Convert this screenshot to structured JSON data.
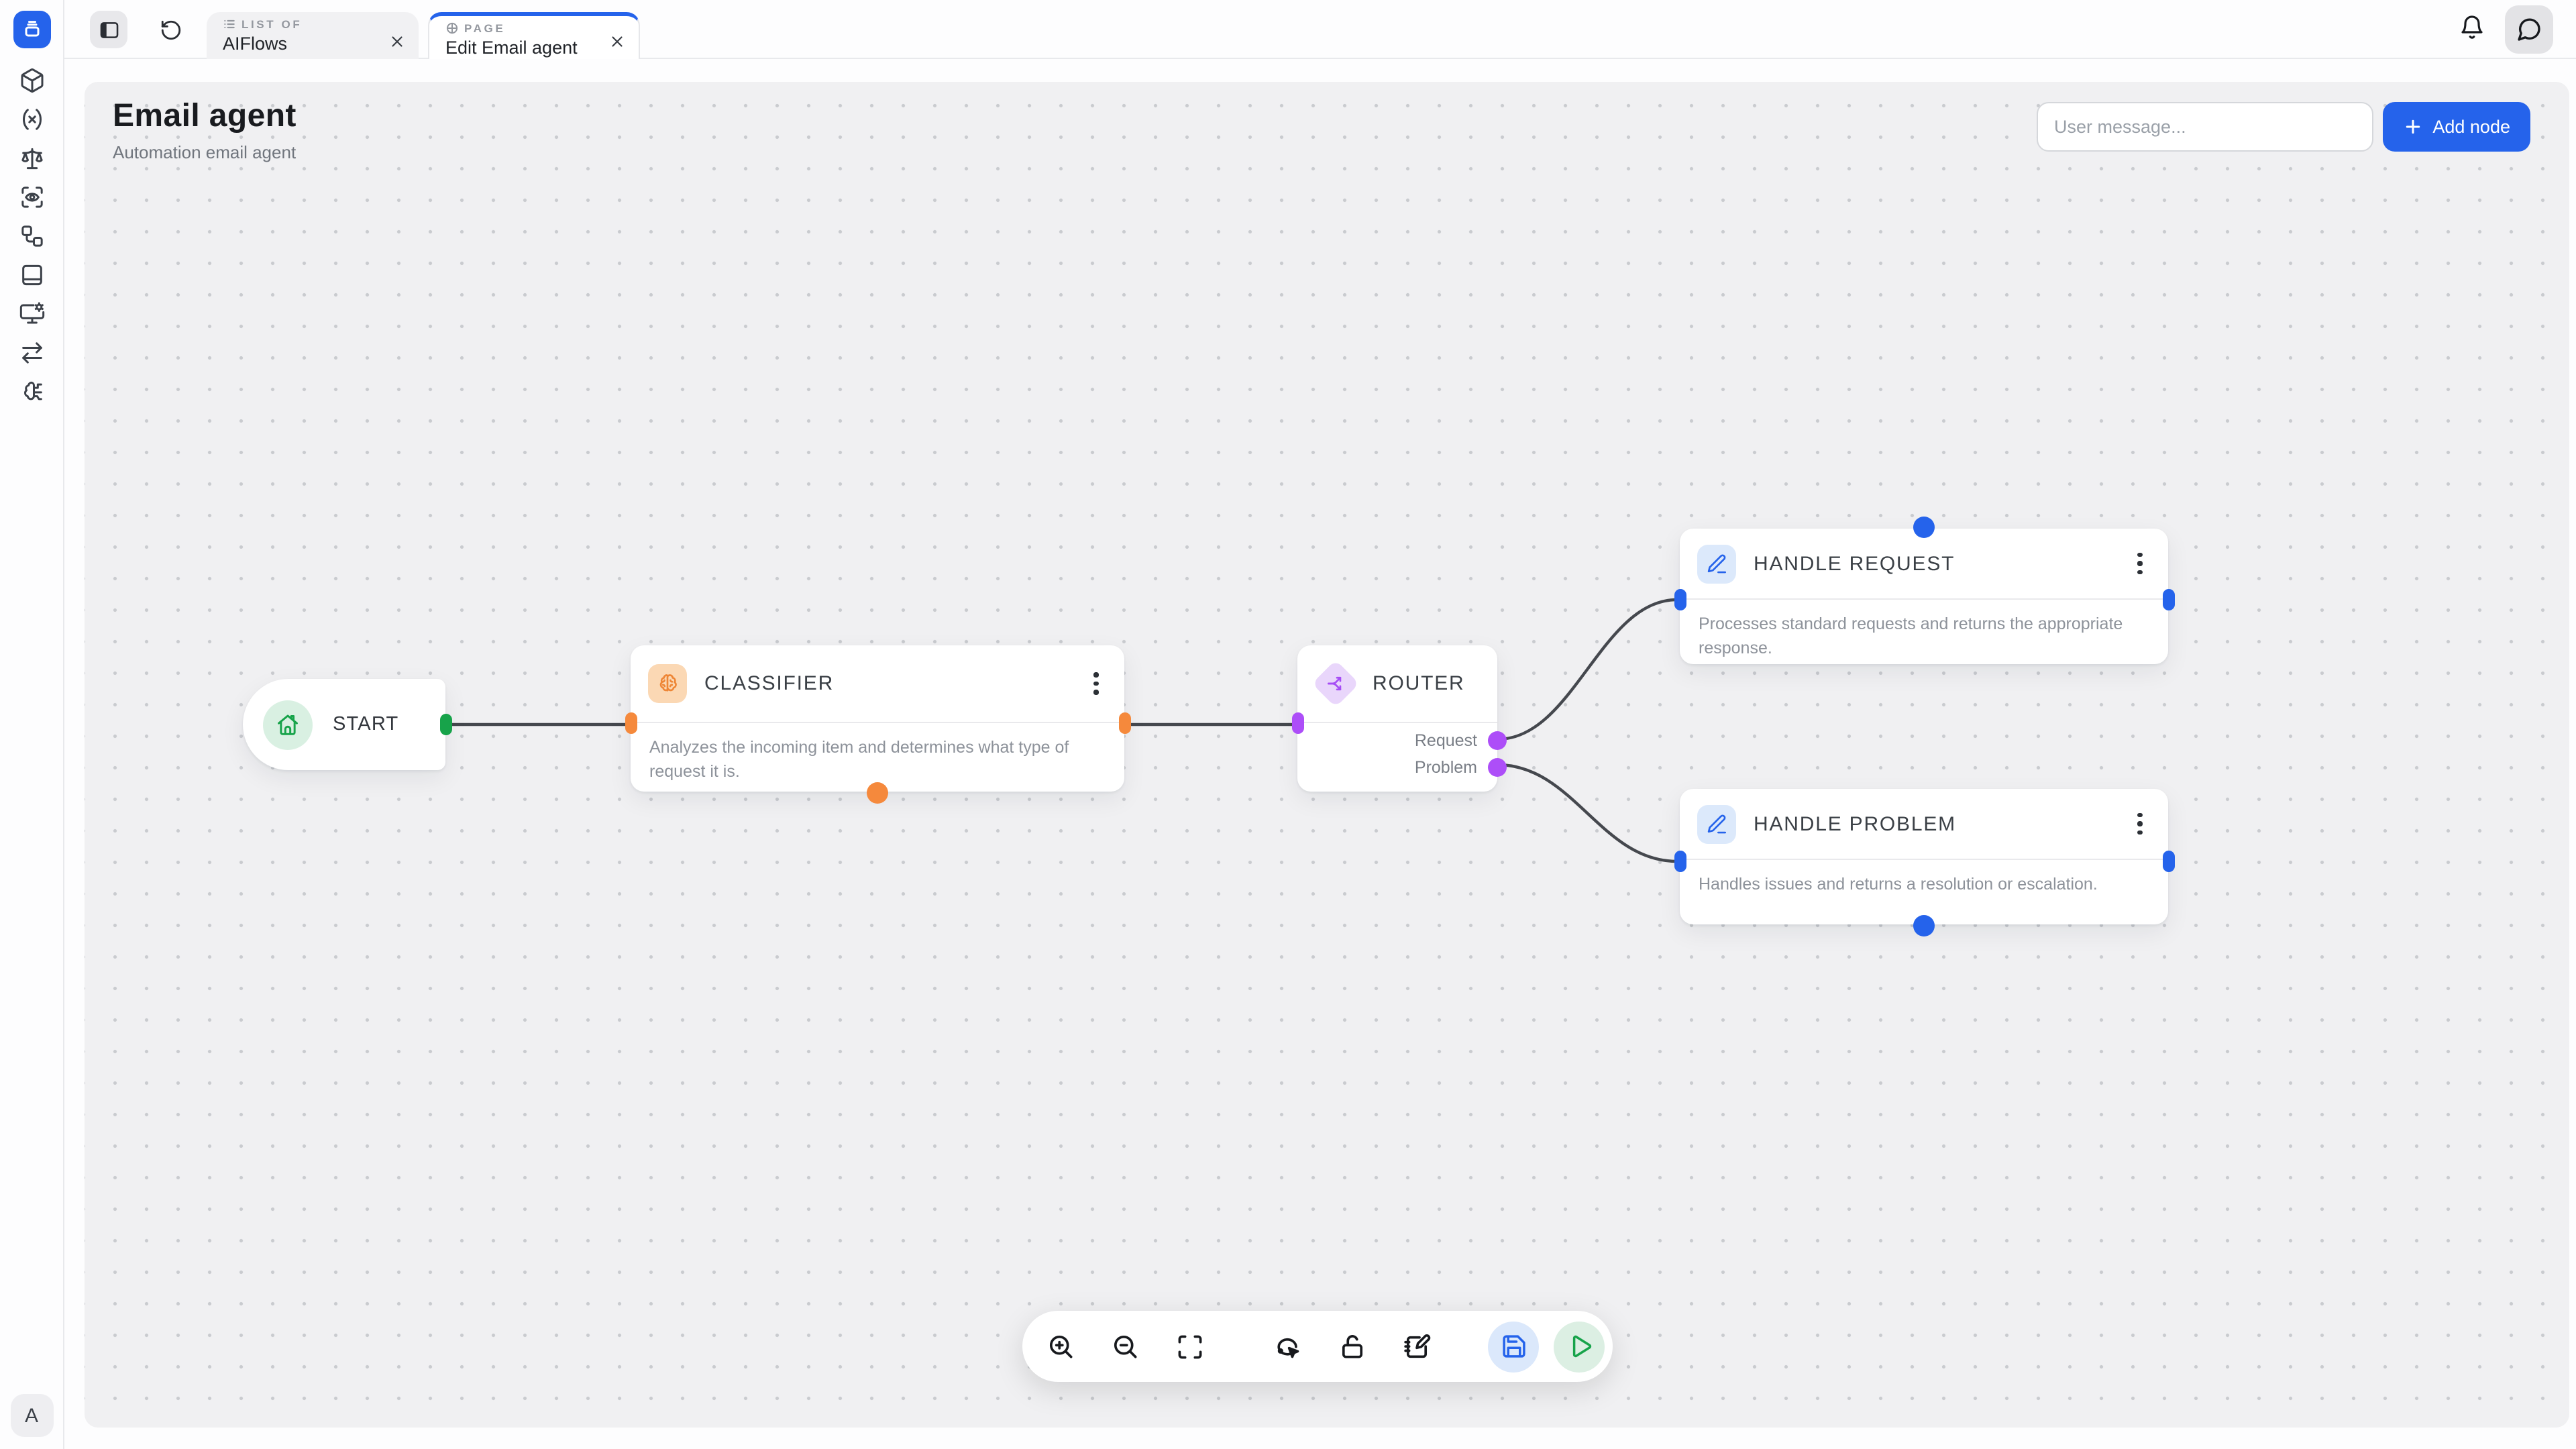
{
  "topbar": {
    "tabs": [
      {
        "type_label": "LIST OF",
        "title": "AIFlows",
        "icon": "list-icon",
        "active": false
      },
      {
        "type_label": "PAGE",
        "title": "Edit Email agent",
        "icon": "globe-icon",
        "active": true
      }
    ]
  },
  "sidebar": {
    "icons": [
      "package",
      "variable",
      "scale",
      "scan-eye",
      "workflow",
      "notebook",
      "monitor-settings",
      "swap-arrows",
      "ai-brain"
    ],
    "avatar_label": "A"
  },
  "canvas_header": {
    "title": "Email agent",
    "subtitle": "Automation email agent"
  },
  "actions": {
    "user_message_placeholder": "User message...",
    "add_node_label": "Add node"
  },
  "nodes": {
    "start": {
      "title": "START"
    },
    "classifier": {
      "title": "CLASSIFIER",
      "description": "Analyzes the incoming item and determines what type of request it is."
    },
    "router": {
      "title": "ROUTER",
      "outputs": {
        "request": "Request",
        "problem": "Problem"
      }
    },
    "handle_request": {
      "title": "HANDLE REQUEST",
      "description": "Processes standard requests and returns the appropriate response."
    },
    "handle_problem": {
      "title": "HANDLE PROBLEM",
      "description": "Handles issues and returns a resolution or escalation."
    }
  },
  "toolbar_icons": [
    "zoom-in",
    "zoom-out",
    "fit-view",
    "lasso-select",
    "lock-open",
    "notebook-pen",
    "save",
    "run"
  ],
  "colors": {
    "accent_blue": "#2563eb",
    "green": "#17a34a",
    "orange": "#f5893c",
    "purple": "#ad4ef8",
    "edge": "#45484e",
    "canvas_bg": "#f0f0f2"
  }
}
